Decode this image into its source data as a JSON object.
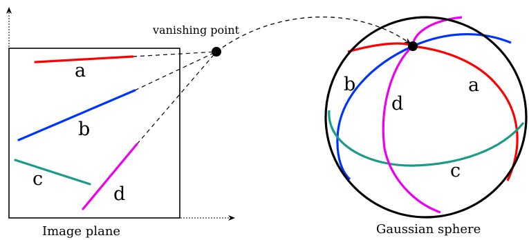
{
  "labels": {
    "vanishing_point": "vanishing point",
    "image_plane": "Image plane",
    "gaussian_sphere": "Gaussian sphere"
  },
  "lines": [
    {
      "id": "a",
      "label": "a",
      "color": "#ff0000"
    },
    {
      "id": "b",
      "label": "b",
      "color": "#0033ff"
    },
    {
      "id": "c",
      "label": "c",
      "color": "#1a9a8a"
    },
    {
      "id": "d",
      "label": "d",
      "color": "#ee00ee"
    }
  ]
}
